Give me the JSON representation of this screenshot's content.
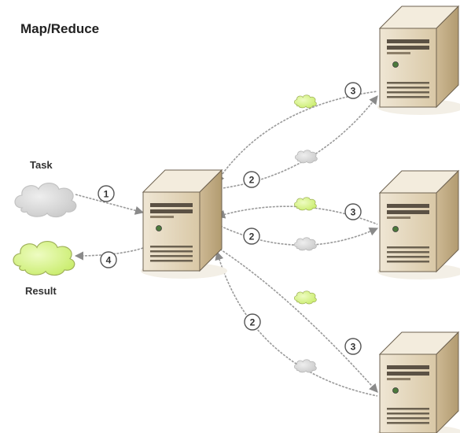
{
  "title": "Map/Reduce",
  "labels": {
    "task": "Task",
    "result": "Result"
  },
  "steps": {
    "one": "1",
    "two": "2",
    "three": "3",
    "four": "4"
  },
  "colors": {
    "task_cloud": "#d6d6d6",
    "result_cloud": "#d8f58a",
    "server_front": "#e3d6bd",
    "server_side": "#c7b38d",
    "server_top": "#f2ebdd",
    "connector": "#9a9a9a"
  },
  "icons": {
    "server": "server-icon",
    "cloud": "cloud-icon"
  }
}
